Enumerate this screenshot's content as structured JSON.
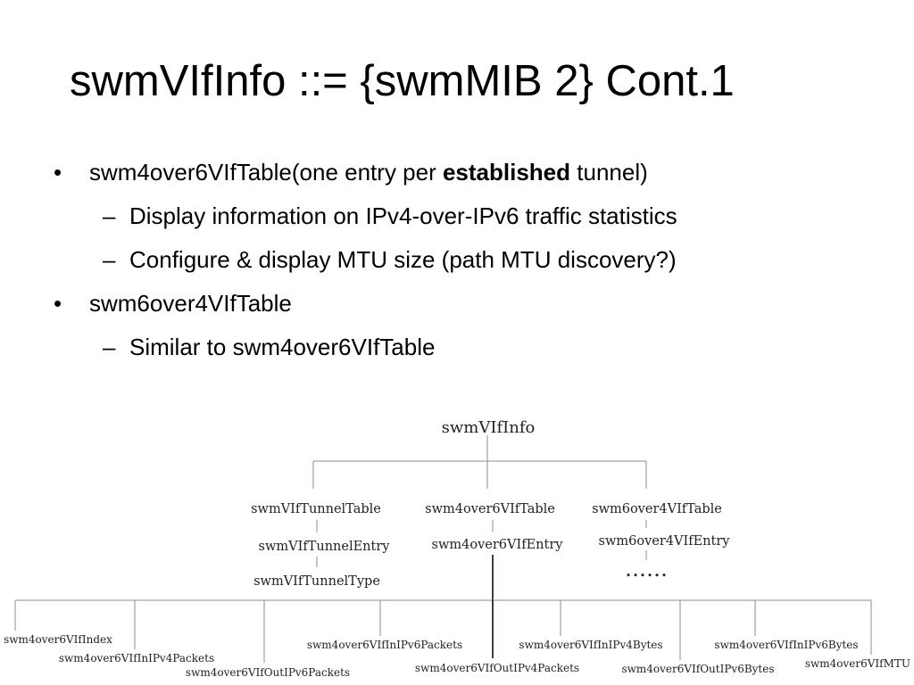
{
  "slide": {
    "title": "swmVIfInfo ::= {swmMIB 2} Cont.1",
    "bullets": [
      {
        "level": 1,
        "marker": "•",
        "parts": [
          {
            "text": "swm4over6VIfTable(one entry per ",
            "bold": false
          },
          {
            "text": "established",
            "bold": true
          },
          {
            "text": " tunnel)",
            "bold": false
          }
        ]
      },
      {
        "level": 2,
        "marker": "–",
        "parts": [
          {
            "text": "Display information on IPv4-over-IPv6 traffic statistics",
            "bold": false
          }
        ]
      },
      {
        "level": 2,
        "marker": "–",
        "parts": [
          {
            "text": "Configure & display MTU size (path MTU discovery?)",
            "bold": false
          }
        ]
      },
      {
        "level": 1,
        "marker": "•",
        "parts": [
          {
            "text": "swm6over4VIfTable",
            "bold": false
          }
        ]
      },
      {
        "level": 2,
        "marker": "–",
        "parts": [
          {
            "text": "Similar to swm4over6VIfTable",
            "bold": false
          }
        ]
      }
    ]
  },
  "tree": {
    "root": "swmVIfInfo",
    "tables": [
      {
        "name": "swmVIfTunnelTable",
        "entry": "swmVIfTunnelEntry",
        "child": "swmVIfTunnelType"
      },
      {
        "name": "swm4over6VIfTable",
        "entry": "swm4over6VIfEntry"
      },
      {
        "name": "swm6over4VIfTable",
        "entry": "swm6over4VIfEntry",
        "more": "……"
      }
    ],
    "columns": [
      "swm4over6VIfIndex",
      "swm4over6VIfInIPv4Packets",
      "swm4over6VIfOutIPv6Packets",
      "swm4over6VIfInIPv6Packets",
      "swm4over6VIfOutIPv4Packets",
      "swm4over6VIfInIPv4Bytes",
      "swm4over6VIfOutIPv6Bytes",
      "swm4over6VIfInIPv6Bytes",
      "swm4over6VIfMTU"
    ]
  }
}
